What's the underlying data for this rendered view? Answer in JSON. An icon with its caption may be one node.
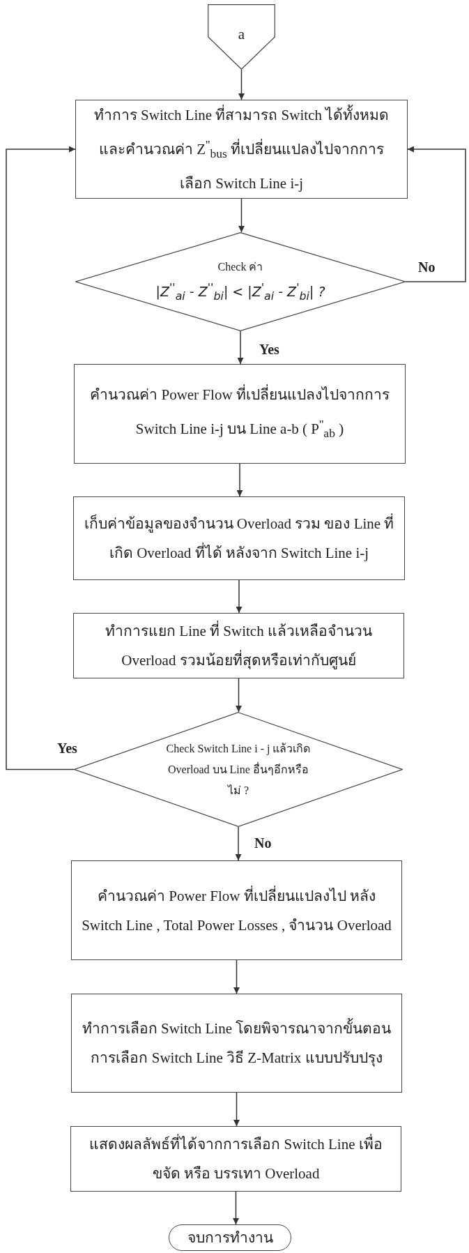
{
  "diagram": {
    "nodes": [
      {
        "text": [
          "a"
        ]
      },
      {
        "text": [
          "ทำการ Switch Line ที่สามารถ Switch ได้ทั้งหมด และคำนวณค่า Z$^{''}$$_{bus}$ ที่เปลี่ยนแปลงไปจากการเลือก Switch Line i-j"
        ]
      },
      {
        "text": [
          "Check ค่า",
          "|Z$^{''}$$_{ai}$ - Z$^{''}$$_{bi}$| < |Z$^{'}$$_{ai}$ - Z$^{'}$$_{bi}$| ?"
        ]
      },
      {
        "text": [
          "คำนวณค่า Power Flow ที่เปลี่ยนแปลงไปจากการ Switch Line i-j บน Line a-b ( P$^{''}$$_{ab}$ )"
        ]
      },
      {
        "text": [
          "เก็บค่าข้อมูลของจำนวน Overload รวม ของ Line ที่เกิด Overload ที่ได้ หลังจาก Switch Line i-j"
        ]
      },
      {
        "text": [
          "ทำการแยก Line ที่ Switch แล้วเหลือจำนวน Overload รวมน้อยที่สุดหรือเท่ากับศูนย์"
        ]
      },
      {
        "text": [
          "Check Switch Line i - j แล้วเกิด Overload บน Line อื่นๆอีกหรือไม่ ?"
        ]
      },
      {
        "text": [
          "คำนวณค่า Power Flow ที่เปลี่ยนแปลงไป หลัง Switch Line , Total Power Losses , จำนวน Overload"
        ]
      },
      {
        "text": [
          "ทำการเลือก Switch Line โดยพิจารณาจากขั้นตอนการเลือก Switch Line วิธี Z-Matrix แบบปรับปรุง"
        ]
      },
      {
        "text": [
          "แสดงผลลัพธ์ที่ได้จากการเลือก Switch Line เพื่อ ขจัด หรือ บรรเทา Overload"
        ]
      },
      {
        "text": [
          "จบการทำงาน"
        ]
      }
    ],
    "edges": [
      {
        "from": 0,
        "to": 1,
        "arrow": "to"
      },
      {
        "from": 1,
        "to": 2,
        "arrow": "to"
      },
      {
        "from": 2,
        "to": 3,
        "arrow": "to",
        "label": "Yes"
      },
      {
        "from": 2,
        "to": 1,
        "arrow": "to",
        "label": "No"
      },
      {
        "from": 3,
        "to": 4,
        "arrow": "to"
      },
      {
        "from": 4,
        "to": 5,
        "arrow": "to"
      },
      {
        "from": 5,
        "to": 6,
        "arrow": "to"
      },
      {
        "from": 6,
        "to": 1,
        "arrow": "to",
        "label": "Yes"
      },
      {
        "from": 6,
        "to": 7,
        "arrow": "to",
        "label": "No"
      },
      {
        "from": 7,
        "to": 8,
        "arrow": "to"
      },
      {
        "from": 8,
        "to": 9,
        "arrow": "to"
      },
      {
        "from": 9,
        "to": 10,
        "arrow": "to"
      }
    ]
  }
}
